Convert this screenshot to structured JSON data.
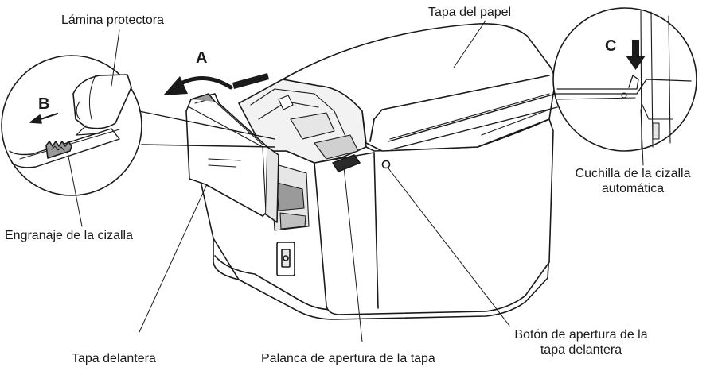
{
  "labels": {
    "protective_sheet": "Lámina protectora",
    "paper_cover": "Tapa del papel",
    "cutter_blade_line1": "Cuchilla de la cizalla",
    "cutter_blade_line2": "automática",
    "cutter_gear": "Engranaje de la cizalla",
    "front_cover": "Tapa delantera",
    "cover_lever": "Palanca de apertura de la tapa",
    "front_button_line1": "Botón de apertura de la",
    "front_button_line2": "tapa delantera"
  },
  "step_letters": {
    "a": "A",
    "b": "B",
    "c": "C"
  },
  "icons": [
    "curved-arrow-icon",
    "straight-arrow-icon",
    "down-arrow-icon"
  ],
  "colors": {
    "line": "#1a1a1a",
    "shade": "#e6e6e6",
    "dark": "#9a9a9a"
  }
}
